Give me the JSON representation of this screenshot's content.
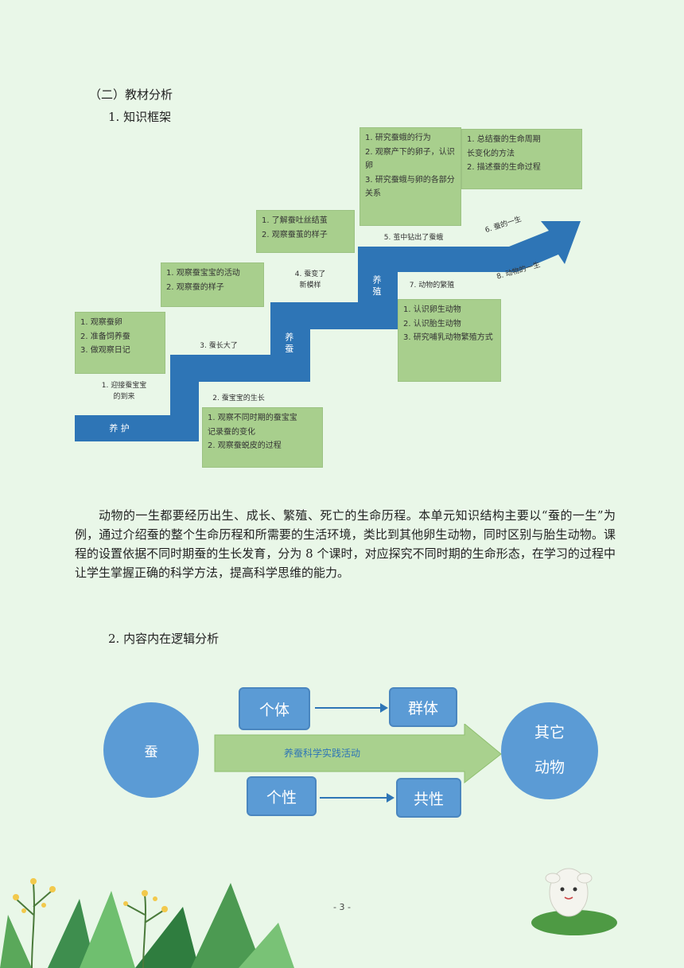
{
  "section_heading": "（二）教材分析",
  "subheading1": "1. 知识框架",
  "framework": {
    "stage1_boxes": [
      "1. 观察蚕卵",
      "2. 准备饲养蚕",
      "3. 做观察日记"
    ],
    "stage1_caption": [
      "1. 迎接蚕宝宝",
      "的到来"
    ],
    "stage1_blue": "养  护",
    "stage2_caption": "3. 蚕长大了",
    "stage2_boxes": [
      "1. 观察蚕宝宝的活动",
      "2. 观察蚕的样子"
    ],
    "stage3_caption": "2. 蚕宝宝的生长",
    "stage3_boxes": [
      "1. 观察不同时期的蚕宝宝",
      "记录蚕的变化",
      "2. 观察蚕蜕皮的过程"
    ],
    "stage3_blue": "养  蚕",
    "stage4_caption": [
      "4. 蚕变了",
      "新模样"
    ],
    "stage4_boxes": [
      "1. 了解蚕吐丝结茧",
      "2. 观察蚕茧的样子"
    ],
    "stage5_caption": "5. 茧中钻出了蚕蛾",
    "stage5_blue": "养  殖",
    "stage5_boxes": [
      "1. 研究蚕蛾的行为",
      "2. 观察产下的卵子，认识卵",
      "3. 研究蚕蛾与卵的各部分关系"
    ],
    "stage5_lower_caption": "7. 动物的繁殖",
    "stage5_lower_boxes": [
      "1. 认识卵生动物",
      "2. 认识胎生动物",
      "3. 研究哺乳动物繁殖方式"
    ],
    "stage6_boxes": [
      "1. 总结蚕的生命周期",
      "长变化的方法",
      "2. 描述蚕的生命过程"
    ],
    "arrow_caption1": "6. 蚕的一生",
    "arrow_caption2": "8. 动物的一生"
  },
  "paragraph": "动物的一生都要经历出生、成长、繁殖、死亡的生命历程。本单元知识结构主要以“蚕的一生”为例，通过介绍蚕的整个生命历程和所需要的生活环境，类比到其他卵生动物，同时区别与胎生动物。课程的设置依据不同时期蚕的生长发育，分为 8 个课时，对应探究不同时期的生命形态，在学习的过程中让学生掌握正确的科学方法，提高科学思维的能力。",
  "subheading2": "2. 内容内在逻辑分析",
  "logic": {
    "left_circle": "蚕",
    "right_circle_line1": "其它",
    "right_circle_line2": "动物",
    "individual": "个体",
    "group": "群体",
    "individuality": "个性",
    "commonality": "共性",
    "arrow_label": "养蚕科学实践活动"
  },
  "page_number": "- 3 -",
  "colors": {
    "background": "#e9f7e8",
    "blue": "#2e75b6",
    "light_blue": "#5b9bd5",
    "green_box": "#a8cf8d",
    "arrow_green": "#a9d18e"
  }
}
